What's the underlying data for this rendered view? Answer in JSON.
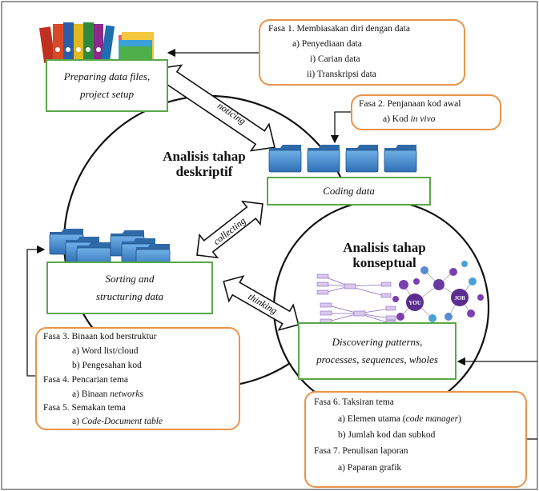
{
  "center_labels": {
    "descriptive": [
      "Analisis tahap",
      "deskriptif"
    ],
    "conceptual": [
      "Analisis tahap",
      "konseptual"
    ]
  },
  "stages": {
    "preparing": [
      "Preparing data files,",
      "project setup"
    ],
    "coding": "Coding data",
    "sorting": [
      "Sorting and",
      "structuring data"
    ],
    "discovering": [
      "Discovering patterns,",
      "processes, sequences, wholes"
    ]
  },
  "arrows": {
    "noticing": "noticing",
    "collecting": "collecting",
    "thinking": "thinking"
  },
  "phase1": {
    "title": "Fasa 1. Membiasakan diri dengan data",
    "a": "a) Penyediaan data",
    "i": "i) Carian data",
    "ii": "ii) Transkripsi data"
  },
  "phase2": {
    "title": "Fasa 2. Penjanaan kod awal",
    "a_prefix": "a) Kod ",
    "a_italic": "in vivo"
  },
  "phase345": {
    "p3_title": "Fasa 3. Binaan kod berstruktur",
    "p3_a": "a) Word list/cloud",
    "p3_b": "b) Pengesahan kod",
    "p4_title": "Fasa 4. Pencarian tema",
    "p4_a_prefix": "a) Binaan ",
    "p4_a_italic": "networks",
    "p5_title": "Fasa 5. Semakan tema",
    "p5_a_prefix": "a) ",
    "p5_a_italic": "Code-Document table"
  },
  "phase67": {
    "p6_title": "Fasa 6. Taksiran tema",
    "p6_a_prefix": "a) Elemen utama (",
    "p6_a_italic": "code manager",
    "p6_a_suffix": ")",
    "p6_b": "b) Jumlah kod dan subkod",
    "p7_title": "Fasa 7. Penulisan laporan",
    "p7_a": "a) Paparan grafik"
  },
  "network_graphic": {
    "hub_labels": [
      "YOU",
      "JOB"
    ]
  },
  "colors": {
    "green_border": "#5aa84a",
    "orange_border": "#e8944a",
    "folder_blue": "#3d7fc4",
    "network_purple": "#6a3aa0"
  }
}
